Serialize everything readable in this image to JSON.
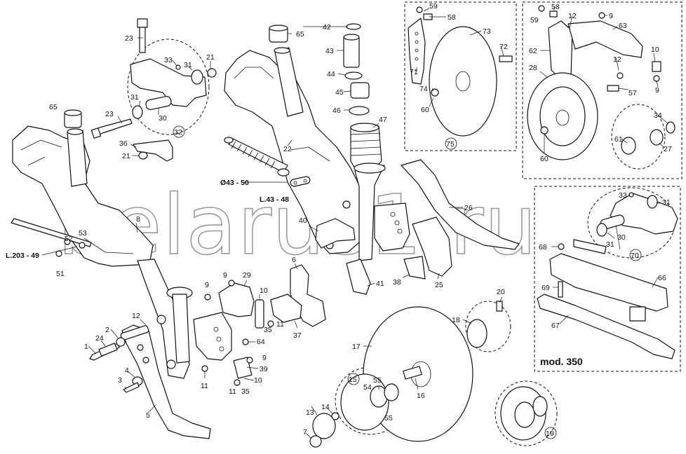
{
  "watermark": "belarus1.ru",
  "model_label": "mod. 350",
  "dimension_labels": {
    "spring": "Ø43 - 50",
    "link": "L.43 - 48",
    "rod": "L.203 - 49"
  },
  "callouts": {
    "c1": "1",
    "c2": "2",
    "c3": "3",
    "c4": "4",
    "c5": "5",
    "c6": "6",
    "c7": "7",
    "c8": "8",
    "c9a": "9",
    "c9b": "9",
    "c9c": "9",
    "c9d": "9",
    "c9e": "9",
    "c10a": "10",
    "c10b": "10",
    "c10c": "10",
    "c11a": "11",
    "c11b": "11",
    "c11c": "11",
    "c12a": "12",
    "c12b": "12",
    "c12c": "12",
    "c13": "13",
    "c14": "14",
    "c15": "15",
    "c16": "16",
    "c17": "17",
    "c18": "18",
    "c19": "19",
    "c20": "20",
    "c21a": "21",
    "c21b": "21",
    "c22": "22",
    "c23a": "23",
    "c23b": "23",
    "c24": "24",
    "c25": "25",
    "c26": "26",
    "c27": "27",
    "c28": "28",
    "c29": "29",
    "c30a": "30",
    "c30b": "30",
    "c31a": "31",
    "c31b": "31",
    "c31c": "31",
    "c31d": "31",
    "c32": "32",
    "c33a": "33",
    "c33b": "33",
    "c34": "34",
    "c35a": "35",
    "c35b": "35",
    "c36": "36",
    "c37": "37",
    "c38": "38",
    "c39": "39",
    "c40": "40",
    "c41": "41",
    "c42": "42",
    "c43": "43",
    "c44": "44",
    "c45": "45",
    "c46": "46",
    "c47": "47",
    "c51": "51",
    "c52": "52",
    "c53": "53",
    "c54": "54",
    "c55a": "55",
    "c55b": "55",
    "c57": "57",
    "c58a": "58",
    "c58b": "58",
    "c59a": "59",
    "c59b": "59",
    "c60a": "60",
    "c60b": "60",
    "c61": "61",
    "c62": "62",
    "c63": "63",
    "c64": "64",
    "c65a": "65",
    "c65b": "65",
    "c66": "66",
    "c67": "67",
    "c68": "68",
    "c69": "69",
    "c70": "70",
    "c71": "71",
    "c72": "72",
    "c73": "73",
    "c74": "74",
    "c75": "75"
  }
}
